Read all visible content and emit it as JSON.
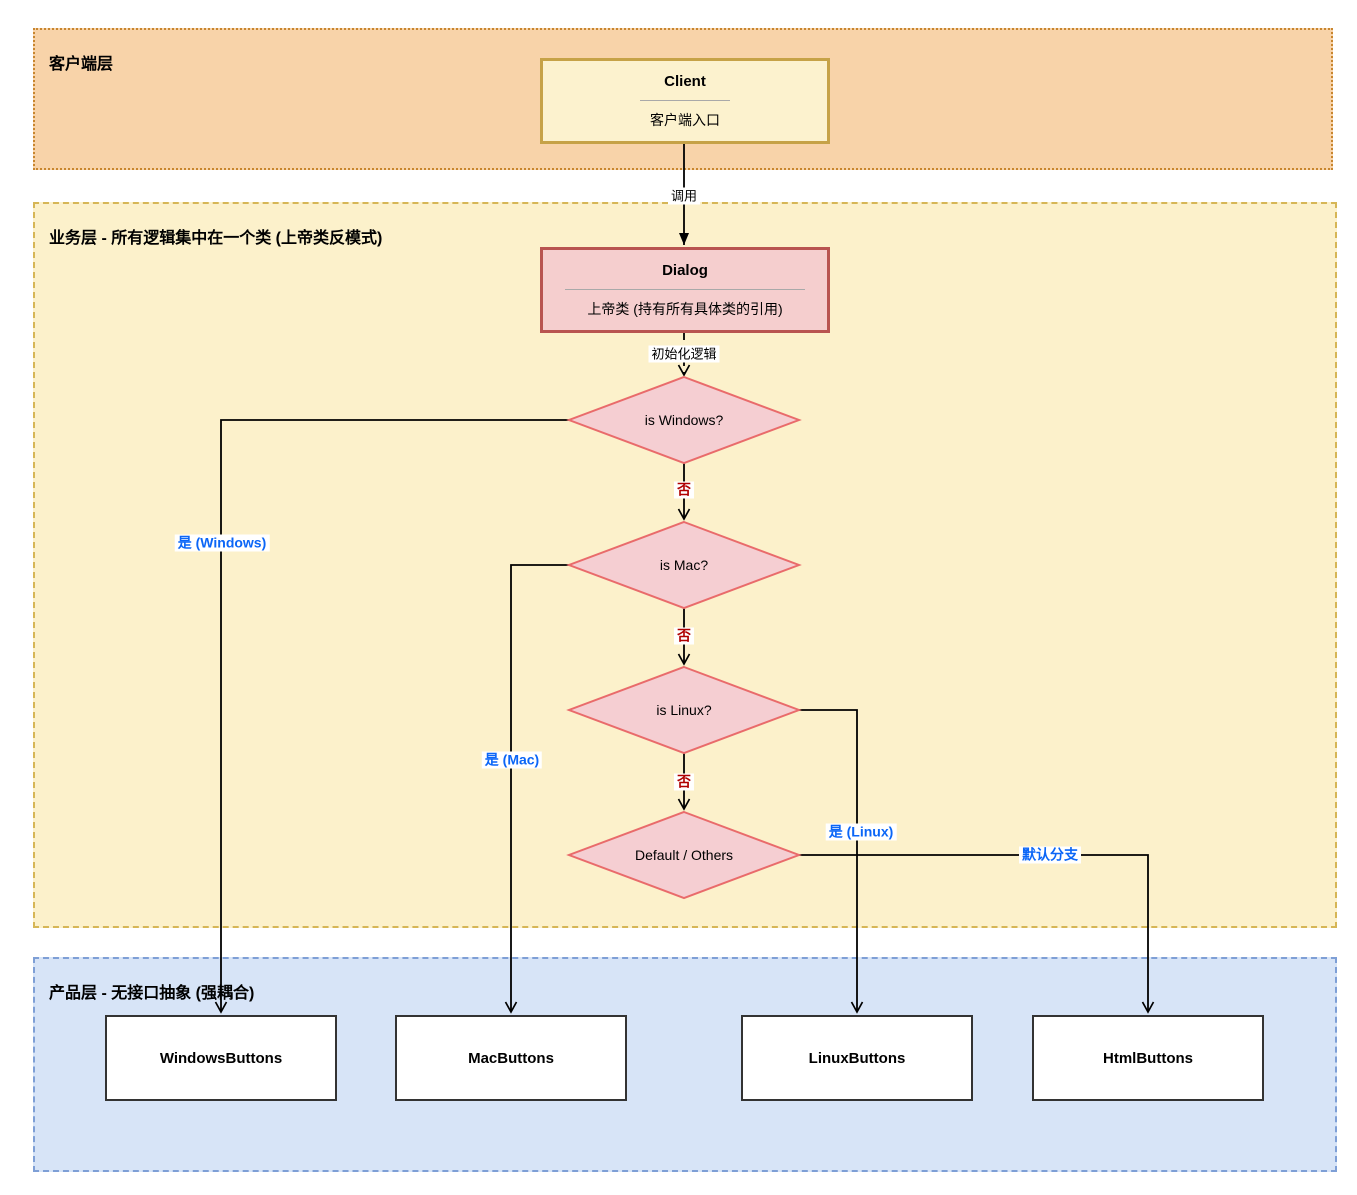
{
  "layers": {
    "client": {
      "label": "客户端层"
    },
    "business": {
      "label": "业务层 - 所有逻辑集中在一个类 (上帝类反模式)"
    },
    "product": {
      "label": "产品层 - 无接口抽象 (强耦合)"
    }
  },
  "nodes": {
    "client_box": {
      "title": "Client",
      "subtitle": "客户端入口"
    },
    "dialog_box": {
      "title": "Dialog",
      "subtitle": "上帝类 (持有所有具体类的引用)"
    },
    "decision_windows": {
      "label": "is Windows?"
    },
    "decision_mac": {
      "label": "is Mac?"
    },
    "decision_linux": {
      "label": "is Linux?"
    },
    "decision_default": {
      "label": "Default / Others"
    },
    "windows_buttons": {
      "label": "WindowsButtons"
    },
    "mac_buttons": {
      "label": "MacButtons"
    },
    "linux_buttons": {
      "label": "LinuxButtons"
    },
    "html_buttons": {
      "label": "HtmlButtons"
    }
  },
  "edges": {
    "call_label": "调用",
    "init_label": "初始化逻辑",
    "no_label": "否",
    "yes_windows_label": "是 (Windows)",
    "yes_mac_label": "是 (Mac)",
    "yes_linux_label": "是 (Linux)",
    "default_label": "默认分支"
  },
  "colors": {
    "client_layer_fill": "#F8D3A9",
    "client_layer_border": "#C8862F",
    "business_layer_fill": "#FCF1CB",
    "business_layer_border": "#D6B656",
    "product_layer_fill": "#D7E4F7",
    "product_layer_border": "#7E9FD6",
    "client_box_fill": "#FCF2CE",
    "client_box_border": "#C6A247",
    "dialog_box_fill": "#F5CECE",
    "dialog_box_border": "#B85450",
    "decision_fill": "#F5CED2",
    "decision_border": "#E96B6B",
    "product_box_fill": "#FFFFFF",
    "product_box_border": "#333333",
    "yes_label_color": "#0B66F7",
    "no_label_color": "#B00000",
    "connector_color": "#000000"
  }
}
